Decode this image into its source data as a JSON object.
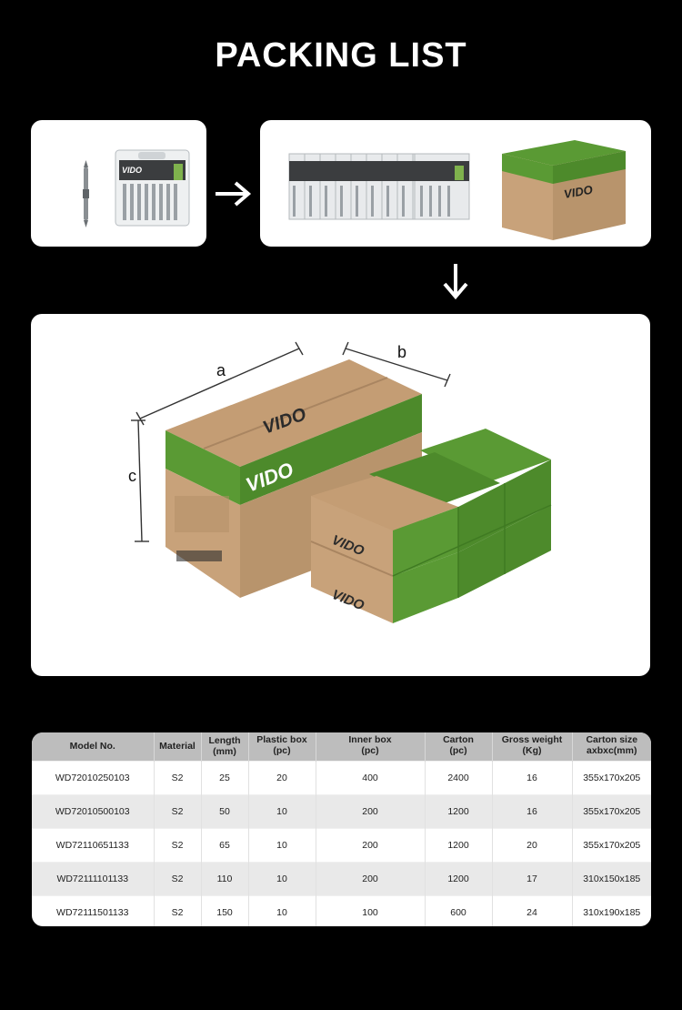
{
  "page": {
    "title": "PACKING LIST"
  },
  "flow": {
    "arrow_right": "➔",
    "arrow_down": "↓"
  },
  "illustration": {
    "dim_a": "a",
    "dim_b": "b",
    "dim_c": "c",
    "brand": "VIDO",
    "colors": {
      "carton": "#c8a27a",
      "carton_dark": "#a98561",
      "brand_green": "#5a9a34",
      "green_dark": "#3f7a22"
    }
  },
  "table": {
    "headers": [
      [
        "Model No."
      ],
      [
        "Material"
      ],
      [
        "Length",
        "(mm)"
      ],
      [
        "Plastic box",
        "(pc)"
      ],
      [
        "Inner box",
        "(pc)"
      ],
      [
        "Carton",
        "(pc)"
      ],
      [
        "Gross weight",
        "(Kg)"
      ],
      [
        "Carton size",
        "axbxc(mm)"
      ]
    ],
    "rows": [
      [
        "WD72010250103",
        "S2",
        "25",
        "20",
        "400",
        "2400",
        "16",
        "355x170x205"
      ],
      [
        "WD72010500103",
        "S2",
        "50",
        "10",
        "200",
        "1200",
        "16",
        "355x170x205"
      ],
      [
        "WD72110651133",
        "S2",
        "65",
        "10",
        "200",
        "1200",
        "20",
        "355x170x205"
      ],
      [
        "WD72111101133",
        "S2",
        "110",
        "10",
        "200",
        "1200",
        "17",
        "310x150x185"
      ],
      [
        "WD72111501133",
        "S2",
        "150",
        "10",
        "100",
        "600",
        "24",
        "310x190x185"
      ]
    ]
  }
}
